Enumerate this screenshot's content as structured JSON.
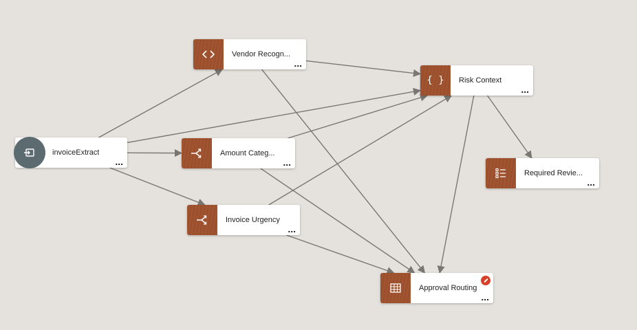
{
  "nodes": [
    {
      "id": "invoiceExtract",
      "label": "invoiceExtract",
      "icon": "input-icon",
      "shape": "circle",
      "color": "#5b6b70"
    },
    {
      "id": "vendor",
      "label": "Vendor Recogn...",
      "icon": "code-icon",
      "color": "#a25430"
    },
    {
      "id": "amount",
      "label": "Amount Categ...",
      "icon": "branch-icon",
      "color": "#a25430"
    },
    {
      "id": "urgency",
      "label": "Invoice Urgency",
      "icon": "branch-icon",
      "color": "#a25430"
    },
    {
      "id": "risk",
      "label": "Risk Context",
      "icon": "braces-icon",
      "color": "#a25430"
    },
    {
      "id": "required",
      "label": "Required Revie...",
      "icon": "list-icon",
      "color": "#a25430"
    },
    {
      "id": "approval",
      "label": "Approval Routing",
      "icon": "table-icon",
      "color": "#a25430",
      "status": "error"
    }
  ],
  "edges": [
    [
      "invoiceExtract",
      "vendor"
    ],
    [
      "invoiceExtract",
      "amount"
    ],
    [
      "invoiceExtract",
      "urgency"
    ],
    [
      "invoiceExtract",
      "risk"
    ],
    [
      "vendor",
      "risk"
    ],
    [
      "vendor",
      "approval"
    ],
    [
      "amount",
      "risk"
    ],
    [
      "amount",
      "approval"
    ],
    [
      "urgency",
      "risk"
    ],
    [
      "urgency",
      "approval"
    ],
    [
      "risk",
      "required"
    ],
    [
      "risk",
      "approval"
    ]
  ],
  "menu_glyph": "..."
}
